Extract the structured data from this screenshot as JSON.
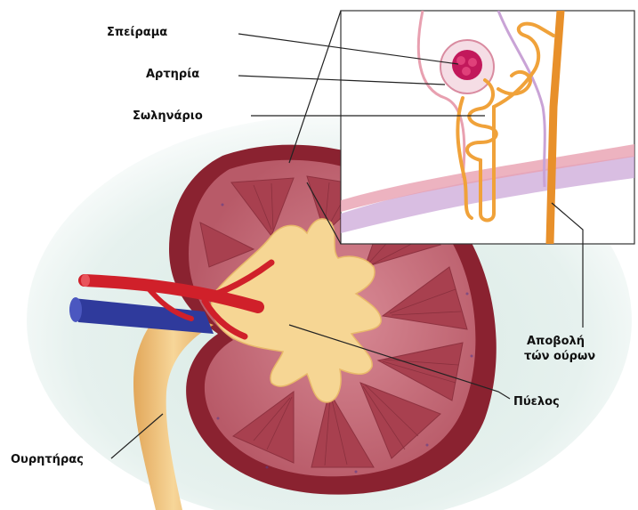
{
  "labels": {
    "glomerulus": "Σπείραμα",
    "artery": "Αρτηρία",
    "tubule": "Σωληνάριο",
    "urine_line1": "Αποβολή",
    "urine_line2": "τών ούρων",
    "pelvis": "Πύελος",
    "ureter": "Ουρητήρας"
  },
  "colors": {
    "background_wash": "#dcebe6",
    "kidney_capsule": "#8a2230",
    "kidney_cortex": "#c9707e",
    "pyramid": "#a8404f",
    "pelvis": "#f6d694",
    "ureter": "#eab86b",
    "artery": "#d0202a",
    "vein": "#2f3a9c",
    "nephron_tubule": "#f0a23a",
    "inset_border": "#333333"
  }
}
